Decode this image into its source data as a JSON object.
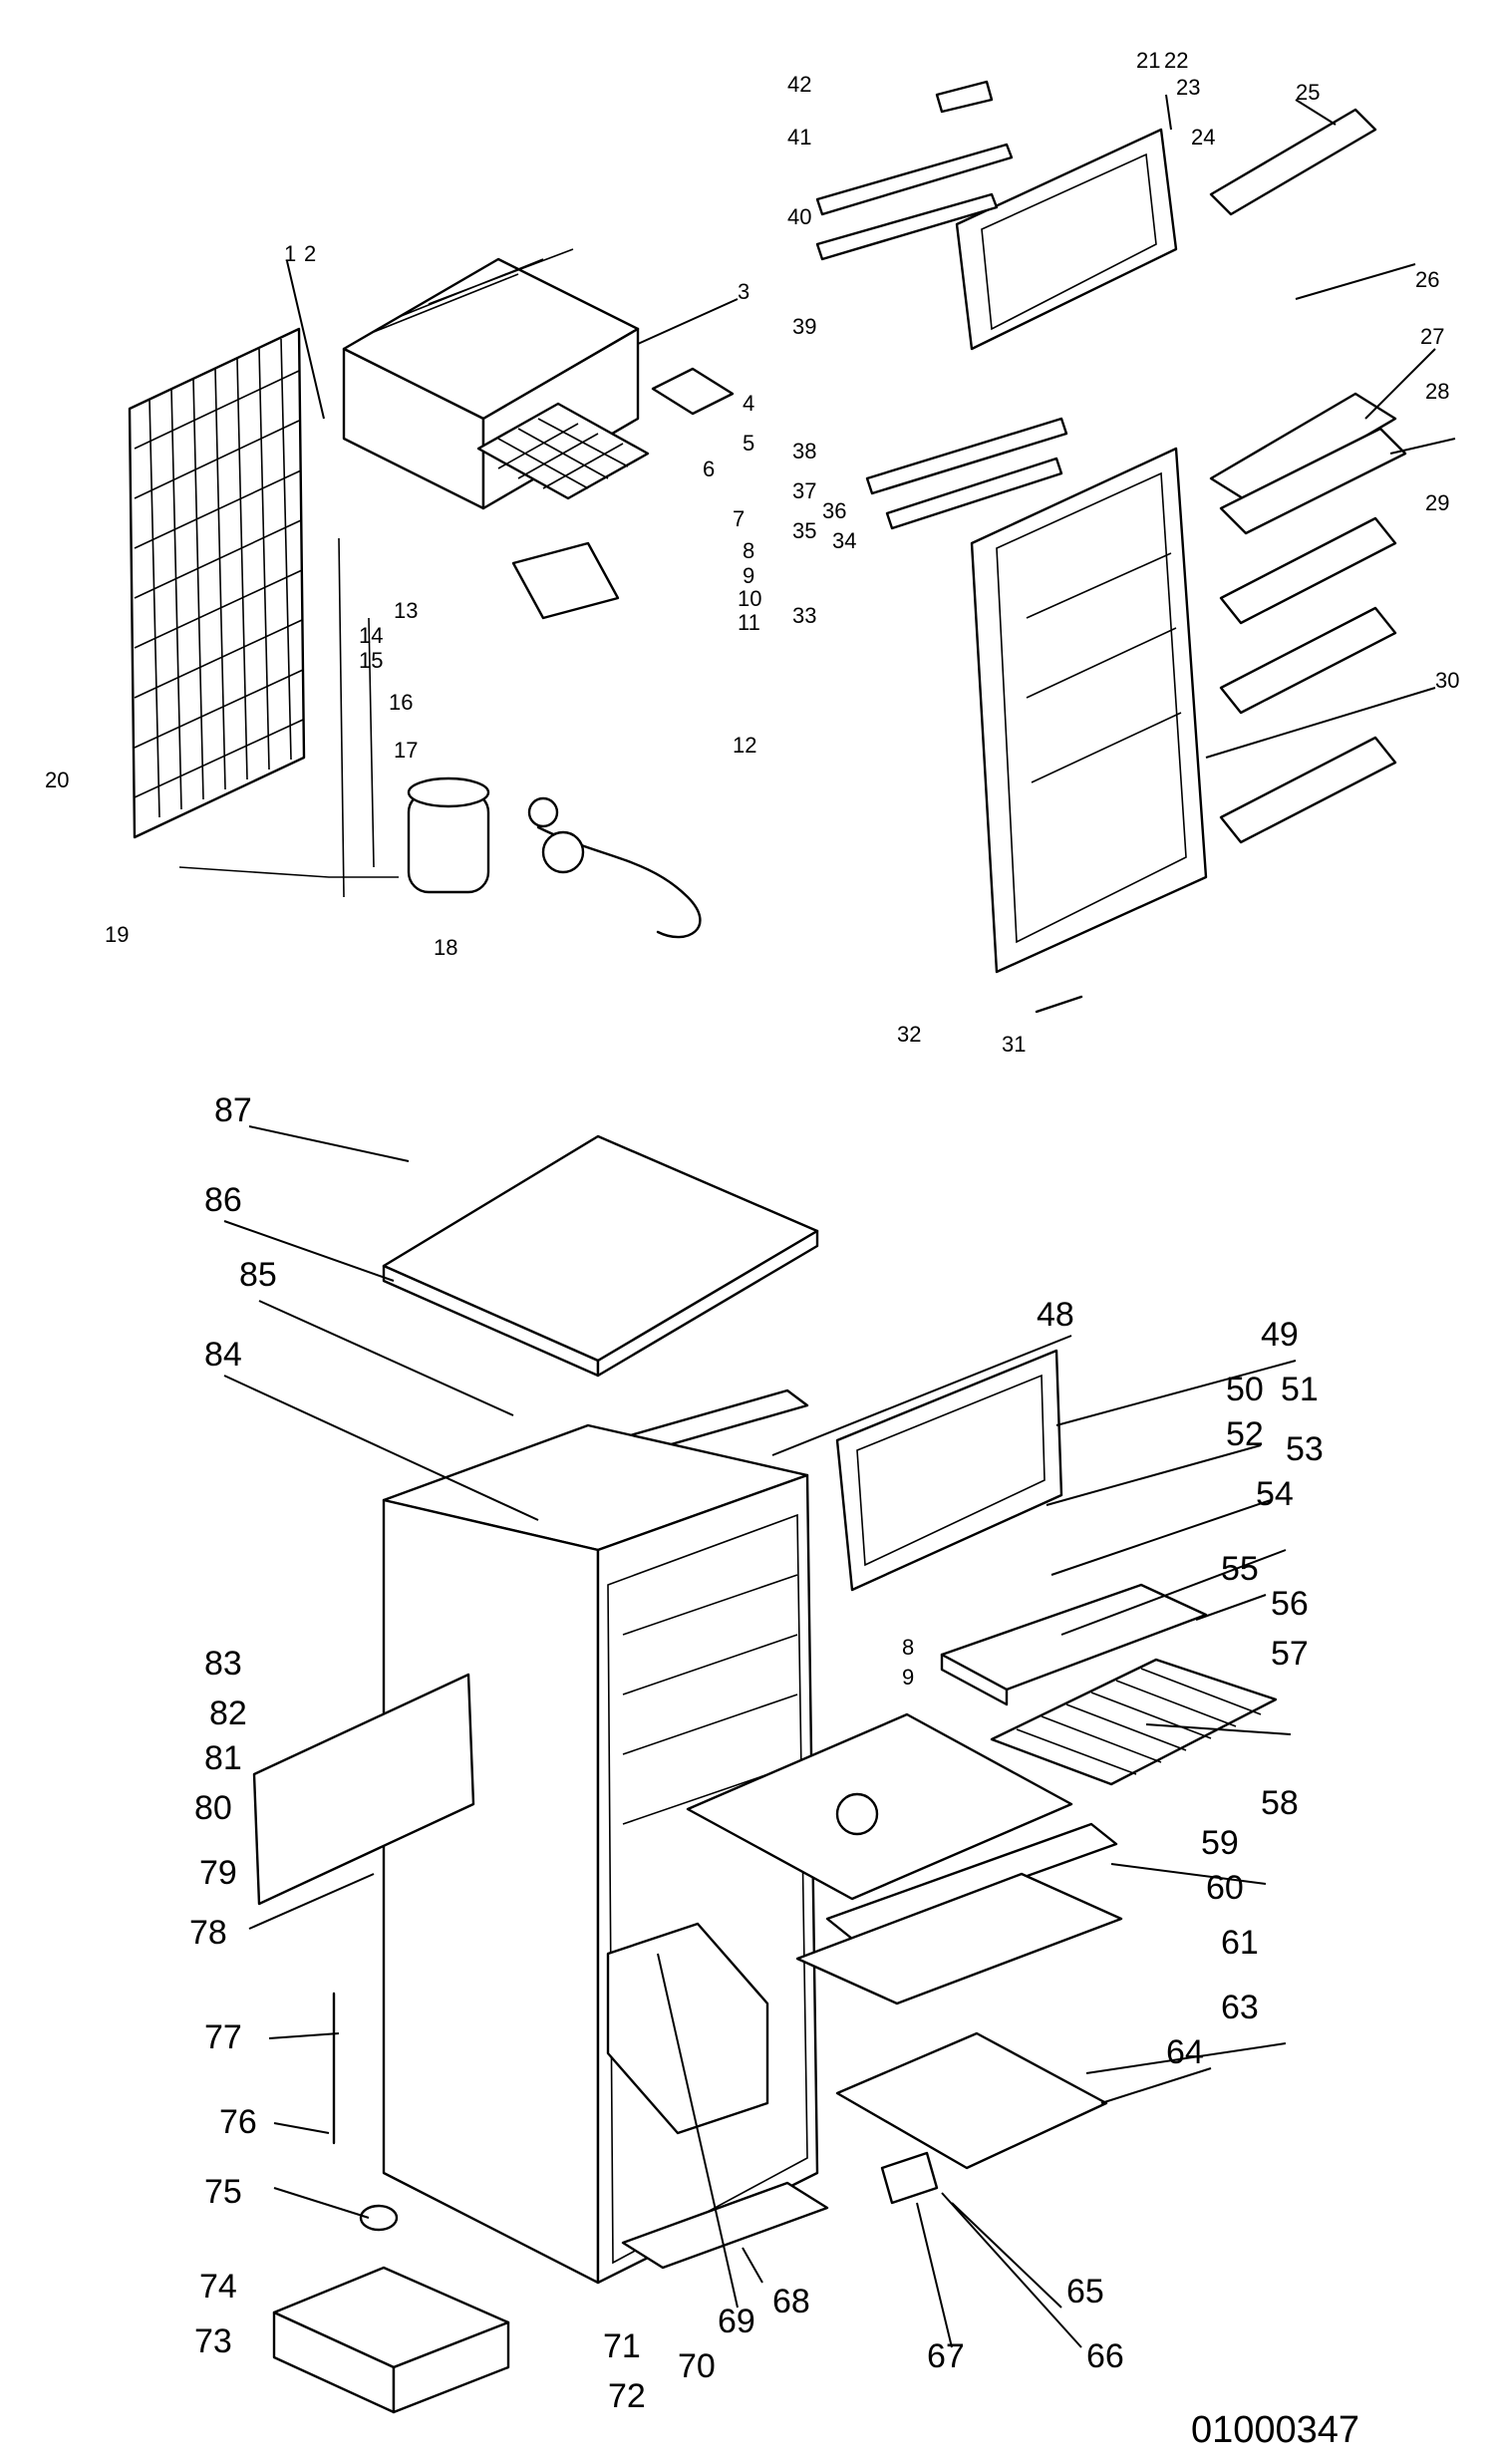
{
  "document_ref": "01000347",
  "labels_small": [
    "1",
    "2",
    "3",
    "4",
    "5",
    "6",
    "7",
    "8",
    "9",
    "10",
    "11",
    "12",
    "13",
    "14",
    "15",
    "16",
    "17",
    "18",
    "19",
    "20",
    "21",
    "22",
    "23",
    "24",
    "25",
    "26",
    "27",
    "28",
    "29",
    "30",
    "31",
    "32",
    "33",
    "34",
    "35",
    "36",
    "37",
    "38",
    "39",
    "40",
    "41",
    "42"
  ],
  "labels_large": [
    "8",
    "9",
    "48",
    "49",
    "50",
    "51",
    "52",
    "53",
    "54",
    "55",
    "56",
    "57",
    "58",
    "59",
    "60",
    "61",
    "63",
    "64",
    "65",
    "66",
    "67",
    "68",
    "69",
    "70",
    "71",
    "72",
    "73",
    "74",
    "75",
    "76",
    "77",
    "78",
    "79",
    "80",
    "81",
    "82",
    "83",
    "84",
    "85",
    "86",
    "87"
  ]
}
